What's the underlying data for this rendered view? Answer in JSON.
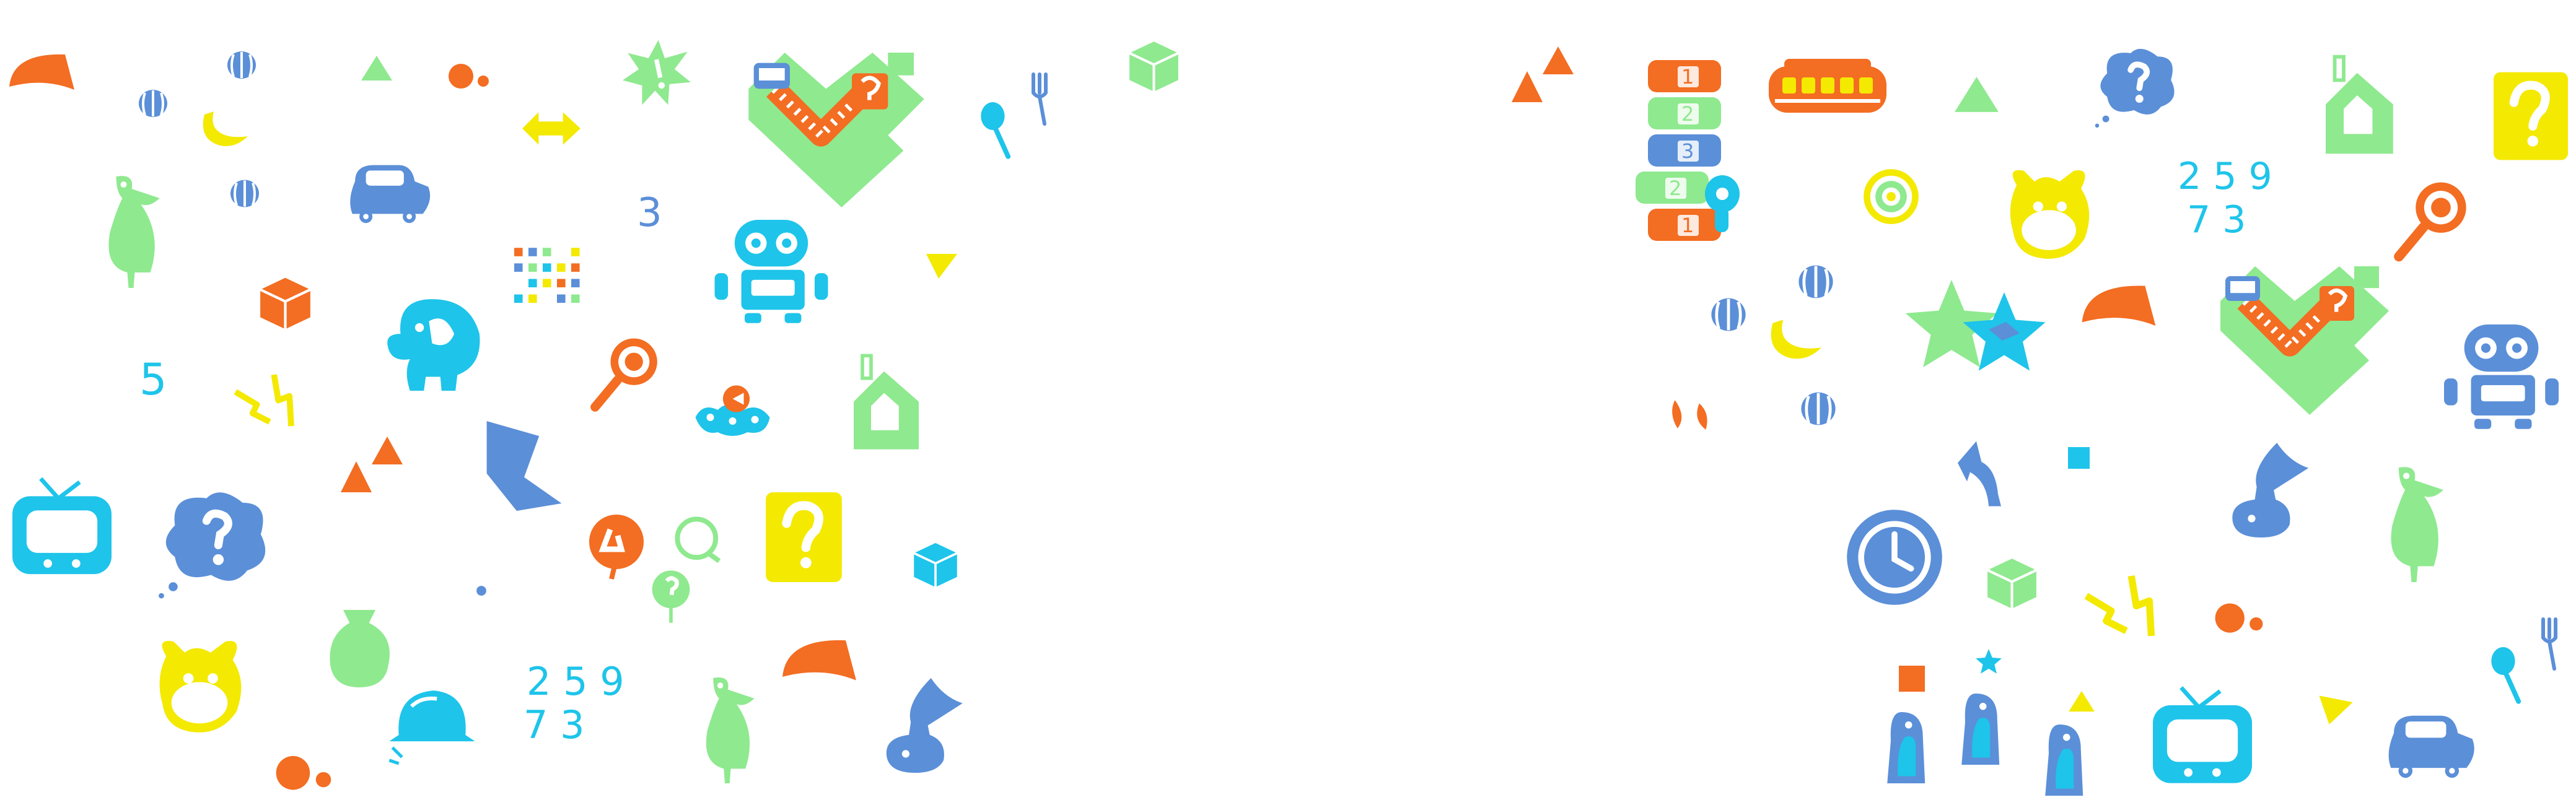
{
  "colors": {
    "orange": "#f36d22",
    "blue": "#5b8fd8",
    "cyan": "#1ec4ea",
    "green": "#8fe98f",
    "yellow": "#f4e900",
    "white": "#ffffff"
  },
  "numbers": {
    "left_three": "3",
    "left_five": "5",
    "left_grid_top": "2 5 9",
    "left_grid_bottom": "7 3",
    "right_grid_top": "2 5 9",
    "right_grid_bottom": "7 3",
    "stack": [
      "1",
      "2",
      "3",
      "2",
      "1"
    ]
  },
  "doodles": [
    "fan-icon",
    "striped-ball-icon",
    "triangle-icon",
    "cherry-icon",
    "exclamation-star-icon",
    "house-icon",
    "fork-icon",
    "spoon-icon",
    "cube-icon",
    "banana-icon",
    "double-arrow-icon",
    "bird-icon",
    "car-icon",
    "robot-icon",
    "dot-grid-icon",
    "elephant-icon",
    "lightning-icon",
    "magnifier-icon",
    "fish-cloud-icon",
    "bookmark-icon",
    "tv-icon",
    "question-cloud-icon",
    "speech-bubble-icon",
    "question-card-icon",
    "dog-face-icon",
    "vase-icon",
    "bell-icon",
    "trumpet-icon",
    "train-icon",
    "target-icon",
    "star-icon",
    "clock-icon",
    "undo-arrow-icon",
    "penguin-icon",
    "maze-board-icon",
    "number-stack-icon"
  ]
}
